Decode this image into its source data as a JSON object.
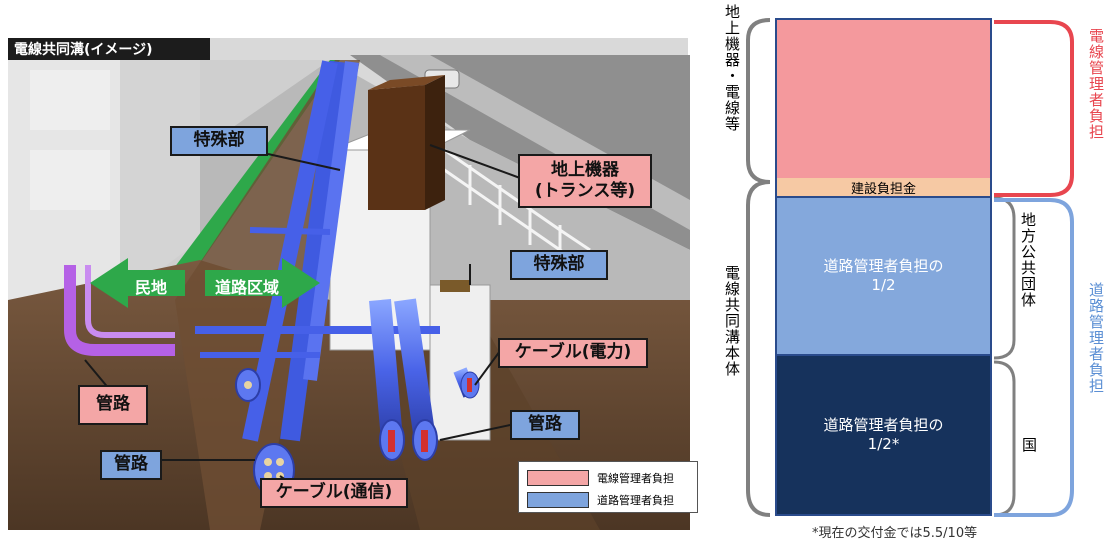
{
  "illustration": {
    "title": "電線共同溝(イメージ)",
    "labels": {
      "tokushubu_left": "特殊部",
      "tokushubu_right": "特殊部",
      "chijo_kiki": "地上機器\n(トランス等)",
      "minchi": "民地",
      "doro_kuiki": "道路区域",
      "kanro_left": "管路",
      "kanro_bottom": "管路",
      "kanro_right": "管路",
      "cable_denryoku": "ケーブル(電力)",
      "cable_tsushin": "ケーブル(通信)"
    },
    "legend": {
      "items": [
        {
          "label": "電線管理者負担",
          "color": "#f4a6a6"
        },
        {
          "label": "道路管理者負担",
          "color": "#7ea4dd"
        }
      ]
    }
  },
  "cost_diagram": {
    "left_labels": {
      "top": "地上機器・電線等",
      "bottom": "電線共同溝本体"
    },
    "blocks": {
      "top": {
        "label": "",
        "color": "#f4999d"
      },
      "middle": {
        "label": "建設負担金",
        "color": "#f6c9a4"
      },
      "upper_road": {
        "label": "道路管理者負担の\n1/2",
        "color": "#84a8dc"
      },
      "lower_road": {
        "label": "道路管理者負担の\n1/2*",
        "color": "#16325c"
      }
    },
    "inner_right_labels": {
      "local_gov": "地方公共団体",
      "national": "国"
    },
    "right_labels": {
      "electric": "電線管理者負担",
      "road": "道路管理者負担"
    },
    "colors": {
      "electric_brace": "#e8464f",
      "road_brace": "#7ea4dd"
    },
    "footnote": "*現在の交付金では5.5/10等"
  }
}
